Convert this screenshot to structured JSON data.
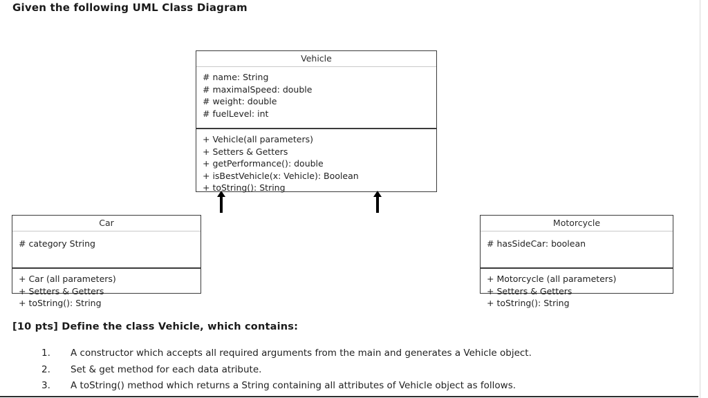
{
  "document": {
    "title_line": "Given the following UML Class Diagram",
    "task_heading": "[10 pts] Define the class Vehicle, which contains:"
  },
  "diagram": {
    "type": "uml-class-diagram",
    "classes": [
      {
        "id": "vehicle",
        "name": "Vehicle",
        "attributes": [
          "# name: String",
          "# maximalSpeed: double",
          "# weight: double",
          "# fuelLevel: int"
        ],
        "methods": [
          "+ Vehicle(all parameters)",
          "+ Setters & Getters",
          "+ getPerformance(): double",
          "+ isBestVehicle(x: Vehicle): Boolean",
          "+ toString(): String"
        ]
      },
      {
        "id": "car",
        "name": "Car",
        "attributes": [
          "# category  String"
        ],
        "methods": [
          "+  Car (all parameters)",
          "+  Setters & Getters",
          "+ toString(): String"
        ]
      },
      {
        "id": "motorcycle",
        "name": "Motorcycle",
        "attributes": [
          "# hasSideCar: boolean"
        ],
        "methods": [
          "+  Motorcycle (all parameters)",
          "+  Setters & Getters",
          "+  toString(): String"
        ]
      }
    ],
    "relations": [
      {
        "id": "car-to-vehicle",
        "type": "generalization",
        "from": "Car",
        "to": "Vehicle",
        "marker": "hollow-up-arrow"
      },
      {
        "id": "motorcycle-to-vehicle",
        "type": "generalization",
        "from": "Motorcycle",
        "to": "Vehicle",
        "marker": "hollow-up-arrow"
      }
    ]
  },
  "requirements": [
    {
      "number": "1.",
      "text": "A constructor which accepts all required  arguments from the main and generates a Vehicle object."
    },
    {
      "number": "2.",
      "text": "Set & get method for each data atribute."
    },
    {
      "number": "3.",
      "text": "A toString()  method which returns a String  containing all attributes of Vehicle object as follows."
    }
  ],
  "colors": {
    "page_background": "#ffffff",
    "text": "#1f1f1f",
    "box_border": "#3a3a3a",
    "divider_light": "#c9c9c9",
    "arrow": "#000000"
  }
}
